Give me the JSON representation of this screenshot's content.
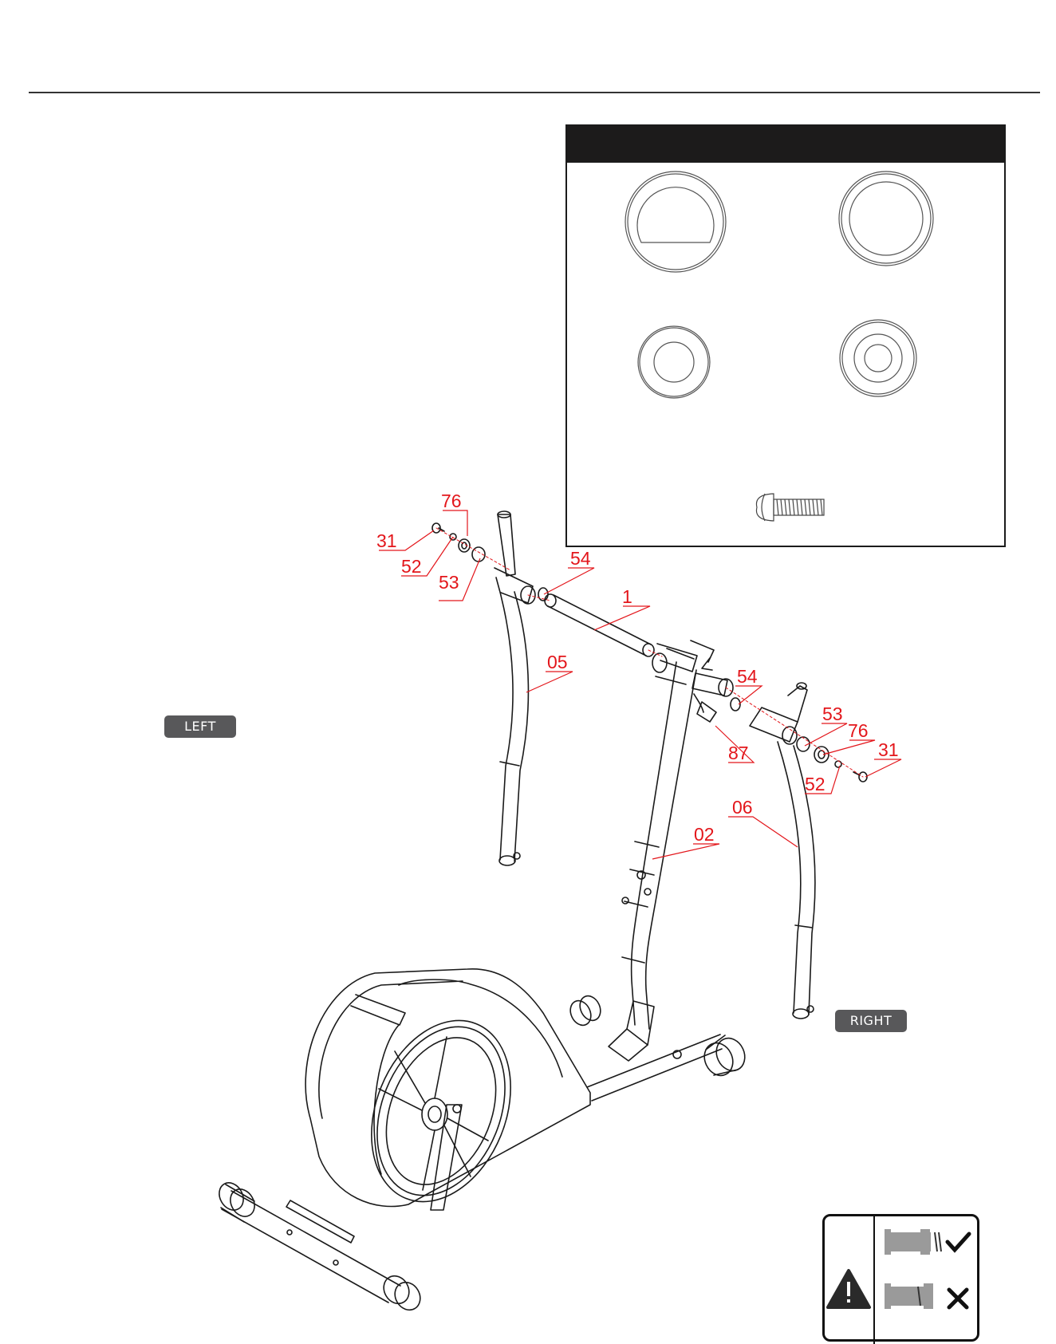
{
  "tags": {
    "left": "LEFT",
    "right": "RIGHT"
  },
  "callouts": [
    "76",
    "31",
    "52",
    "53",
    "54",
    "1",
    "05",
    "54",
    "53",
    "76",
    "31",
    "87",
    "52",
    "06",
    "02"
  ],
  "icons": {
    "hardware": [
      "spacer-washer-with-flat-icon",
      "flat-washer-icon",
      "small-washer-icon",
      "small-bushing-washer-icon",
      "button-head-bolt-icon"
    ],
    "warning": [
      "warning-triangle-icon",
      "check-mark-icon",
      "cross-mark-icon"
    ]
  },
  "colors": {
    "callout": "#e3161b",
    "tag": "#58585a",
    "header": "#1c1b1b"
  }
}
